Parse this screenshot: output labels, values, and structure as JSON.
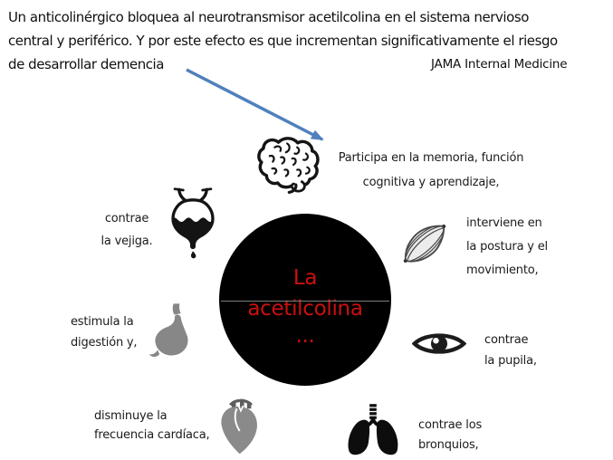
{
  "slide": {
    "header": {
      "lines": [
        "Un anticolinérgico bloquea al neurotransmisor acetilcolina en el sistema nervioso",
        "central y periférico. Y por este efecto es que incrementan significativamente el riesgo",
        "de desarrollar demencia"
      ],
      "attribution": "JAMA Internal Medicine"
    },
    "arrow": {
      "color": "#4f81bd"
    },
    "center_circle": {
      "line1": "La",
      "line2": "acetilcolina",
      "line3": "...",
      "bg_color": "#000000",
      "text_color": "#cb1010"
    },
    "functions": [
      {
        "organ": "brain",
        "icon": "brain-icon",
        "lines": [
          "Participa en la memoria, función",
          "cognitiva y aprendizaje,"
        ]
      },
      {
        "organ": "bladder",
        "icon": "bladder-icon",
        "lines": [
          "contrae",
          "la vejiga."
        ]
      },
      {
        "organ": "muscle",
        "icon": "muscle-icon",
        "lines": [
          "interviene en",
          "la postura y el",
          "movimiento,"
        ]
      },
      {
        "organ": "stomach",
        "icon": "stomach-icon",
        "lines": [
          "estimula la",
          "digestión y,"
        ]
      },
      {
        "organ": "eye",
        "icon": "eye-icon",
        "lines": [
          "contrae",
          "la pupila,"
        ]
      },
      {
        "organ": "heart",
        "icon": "heart-icon",
        "lines": [
          "disminuye la",
          "frecuencia cardíaca,"
        ]
      },
      {
        "organ": "lungs",
        "icon": "lungs-icon",
        "lines": [
          "contrae los",
          "bronquios,"
        ]
      }
    ]
  }
}
